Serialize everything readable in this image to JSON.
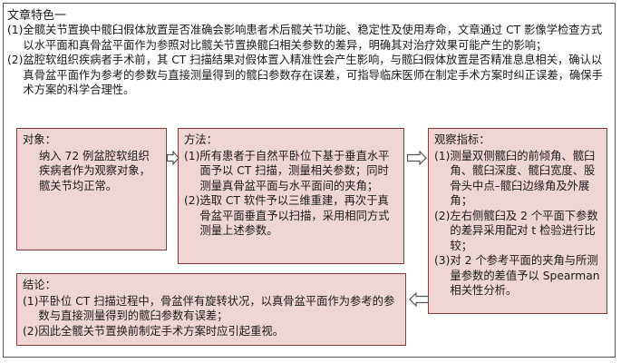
{
  "title": "文章特色一",
  "intro": [
    {
      "num": "(1)",
      "text": "全髋关节置换中髋臼假体放置是否准确会影响患者术后髋关节功能、稳定性及使用寿命，文章通过 CT 影像学检查方式以水平面和真骨盆平面作为参照对比髋关节置换髋臼相关参数的差异，明确其对治疗效果可能产生的影响；"
    },
    {
      "num": "(2)",
      "text": "盆腔软组织疾病者手术前，其 CT 扫描结果对假体置入精准性会产生影响，与髋臼假体放置是否精准息息相关，确认以真骨盆平面作为参考的参数与直接测量得到的髋臼参数存在误差，可指导临床医师在制定手术方案时纠正误差，确保手术方案的科学合理性。"
    }
  ],
  "boxes": {
    "object": {
      "heading": "对象：",
      "body": "纳入 72 例盆腔软组织疾病者作为观察对象，髋关节均正常。"
    },
    "method": {
      "heading": "方法：",
      "items": [
        {
          "num": "(1)",
          "text": "所有患者于自然平卧位下基于垂直水平面予以 CT 扫描，测量相关参数；同时测量真骨盆平面与水平面间的夹角；"
        },
        {
          "num": "(2)",
          "text": "选取 CT 软件予以三维重建，再次于真骨盆平面垂直予以扫描，采用相同方式测量上述参数。"
        }
      ]
    },
    "observation": {
      "heading": "观察指标：",
      "items": [
        {
          "num": "(1)",
          "text": "测量双侧髋臼的前倾角、髋臼角、髋臼深度、髋臼宽度、股骨头中点–髋臼边缘角及外展角；"
        },
        {
          "num": "(2)",
          "text": "左右侧髋臼及 2 个平面下参数的差异采用配对 t 检验进行比较；"
        },
        {
          "num": "(3)",
          "text": "对 2 个参考平面的夹角与所测量参数的差值予以 Spearman 相关性分析。"
        }
      ]
    },
    "conclusion": {
      "heading": "结论：",
      "items": [
        {
          "num": "(1)",
          "text": "平卧位 CT 扫描过程中，骨盆伴有旋转状况，以真骨盆平面作为参考的参数与直接测量得到的髋臼参数有误差；"
        },
        {
          "num": "(2)",
          "text": "因此全髋关节置换前制定手术方案时应引起重视。"
        }
      ]
    }
  },
  "colors": {
    "box_fill": "#efd6d5",
    "box_border": "#8a3a3a",
    "arrow": "#555555"
  }
}
